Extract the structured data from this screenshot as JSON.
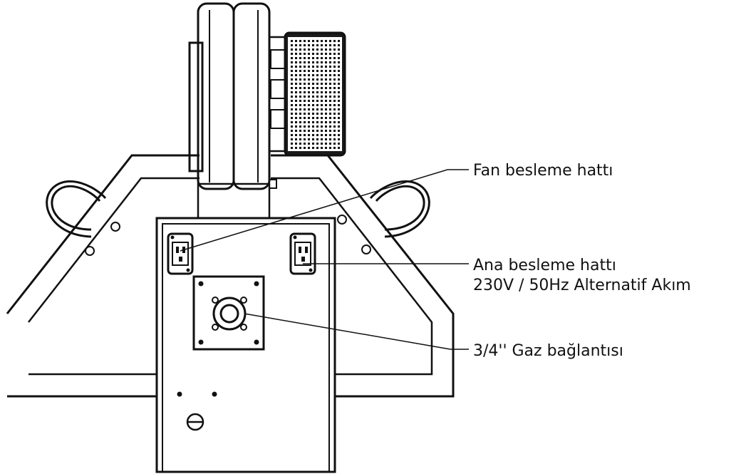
{
  "labels": {
    "fan_supply": "Fan besleme hattı",
    "main_supply_line1": "Ana besleme hattı",
    "main_supply_line2": "230V / 50Hz Alternatif Akım",
    "gas_connection": "3/4'' Gaz bağlantısı"
  },
  "colors": {
    "line": "#111111",
    "background": "#ffffff"
  }
}
